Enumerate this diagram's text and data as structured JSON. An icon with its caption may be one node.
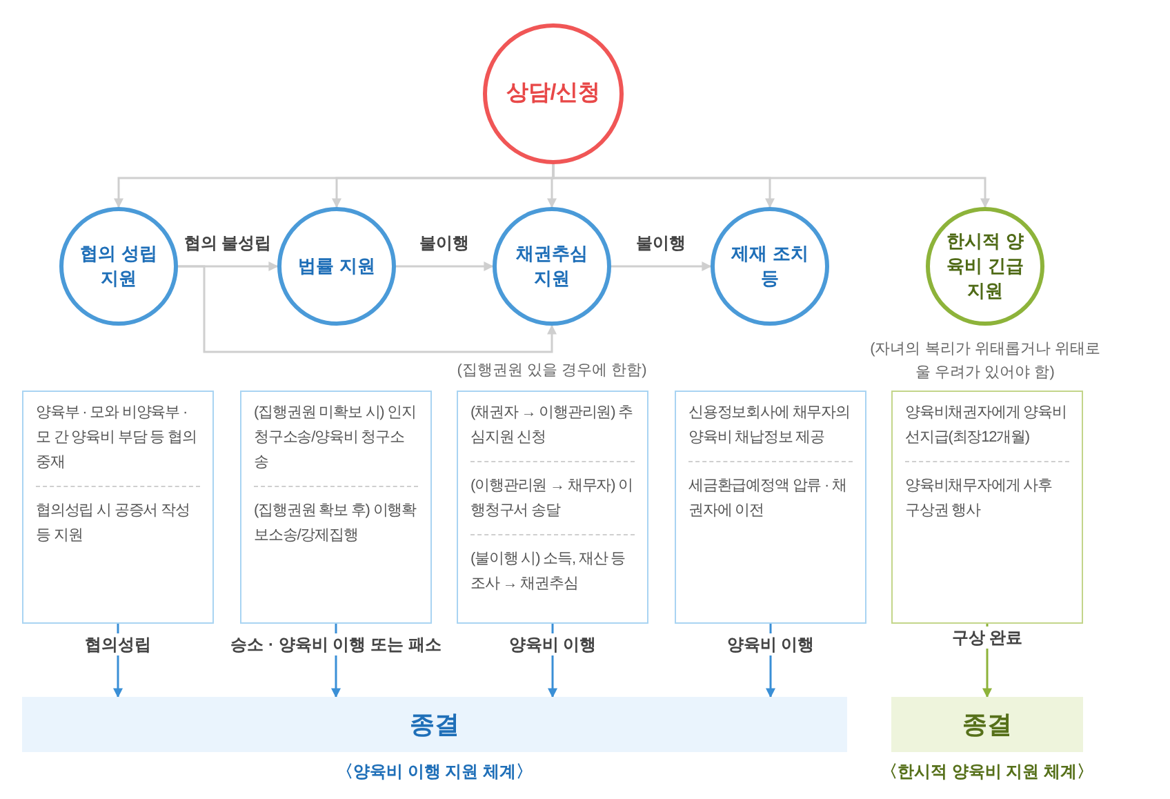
{
  "diagram": {
    "nodes": [
      {
        "text": [
          "상담/신청"
        ]
      },
      {
        "text": [
          "협의 성립 지원"
        ]
      },
      {
        "text": [
          "법률 지원"
        ]
      },
      {
        "text": [
          "채권추심 지원"
        ]
      },
      {
        "text": [
          "제재 조치 등"
        ]
      },
      {
        "text": [
          "한시적 양육비 긴급지원"
        ],
        "beside": [
          "(자녀의 복리가 위태롭거나 위태로울 우려가 있어야 함)"
        ]
      },
      {
        "text": [
          "양육부 · 모와 비양육부 · 모 간 양육비 부담 등 협의 중재",
          "협의성립 시 공증서 작성 등 지원"
        ]
      },
      {
        "text": [
          "(집행권원 미확보 시) 인지 청구소송/양육비 청구소송",
          "(집행권원 확보 후) 이행확보소송/강제집행"
        ]
      },
      {
        "text": [
          "(채권자 → 이행관리원) 추심지원 신청",
          "(이행관리원 → 채무자) 이행청구서 송달",
          "(불이행 시) 소득, 재산 등 조사 → 채권추심"
        ]
      },
      {
        "text": [
          "신용정보회사에 채무자의 양육비 채납정보 제공",
          "세금환급예정액 압류 · 채권자에 이전"
        ]
      },
      {
        "text": [
          "양육비채권자에게 양육비 선지급(최장12개월)",
          "양육비채무자에게 사후 구상권 행사"
        ]
      },
      {
        "text": [
          "종결"
        ],
        "beside": [
          "〈양육비 이행 지원 체계〉"
        ]
      },
      {
        "text": [
          "종결"
        ],
        "beside": [
          "〈한시적 양육비 지원 체계〉"
        ]
      }
    ],
    "edges": [
      {
        "from": 0,
        "to": 1,
        "arrow": "to"
      },
      {
        "from": 0,
        "to": 2,
        "arrow": "to"
      },
      {
        "from": 0,
        "to": 3,
        "arrow": "to"
      },
      {
        "from": 0,
        "to": 4,
        "arrow": "to"
      },
      {
        "from": 0,
        "to": 5,
        "arrow": "to"
      },
      {
        "from": 1,
        "to": 2,
        "arrow": "to",
        "label": "협의 불성립"
      },
      {
        "from": 1,
        "to": 3,
        "arrow": "to",
        "label": "(집행권원 있을 경우에 한함)"
      },
      {
        "from": 2,
        "to": 3,
        "arrow": "to",
        "label": "불이행"
      },
      {
        "from": 3,
        "to": 4,
        "arrow": "to",
        "label": "불이행"
      },
      {
        "from": 6,
        "to": 11,
        "arrow": "to",
        "label": "협의성립",
        "color": "#3a8fd6"
      },
      {
        "from": 7,
        "to": 11,
        "arrow": "to",
        "label": "승소 · 양육비 이행 또는 패소",
        "color": "#3a8fd6"
      },
      {
        "from": 8,
        "to": 11,
        "arrow": "to",
        "label": "양육비 이행",
        "color": "#3a8fd6"
      },
      {
        "from": 9,
        "to": 11,
        "arrow": "to",
        "label": "양육비 이행",
        "color": "#3a8fd6"
      },
      {
        "from": 10,
        "to": 12,
        "arrow": "to",
        "label": "구상 완료",
        "color": "#8db33a"
      }
    ]
  }
}
